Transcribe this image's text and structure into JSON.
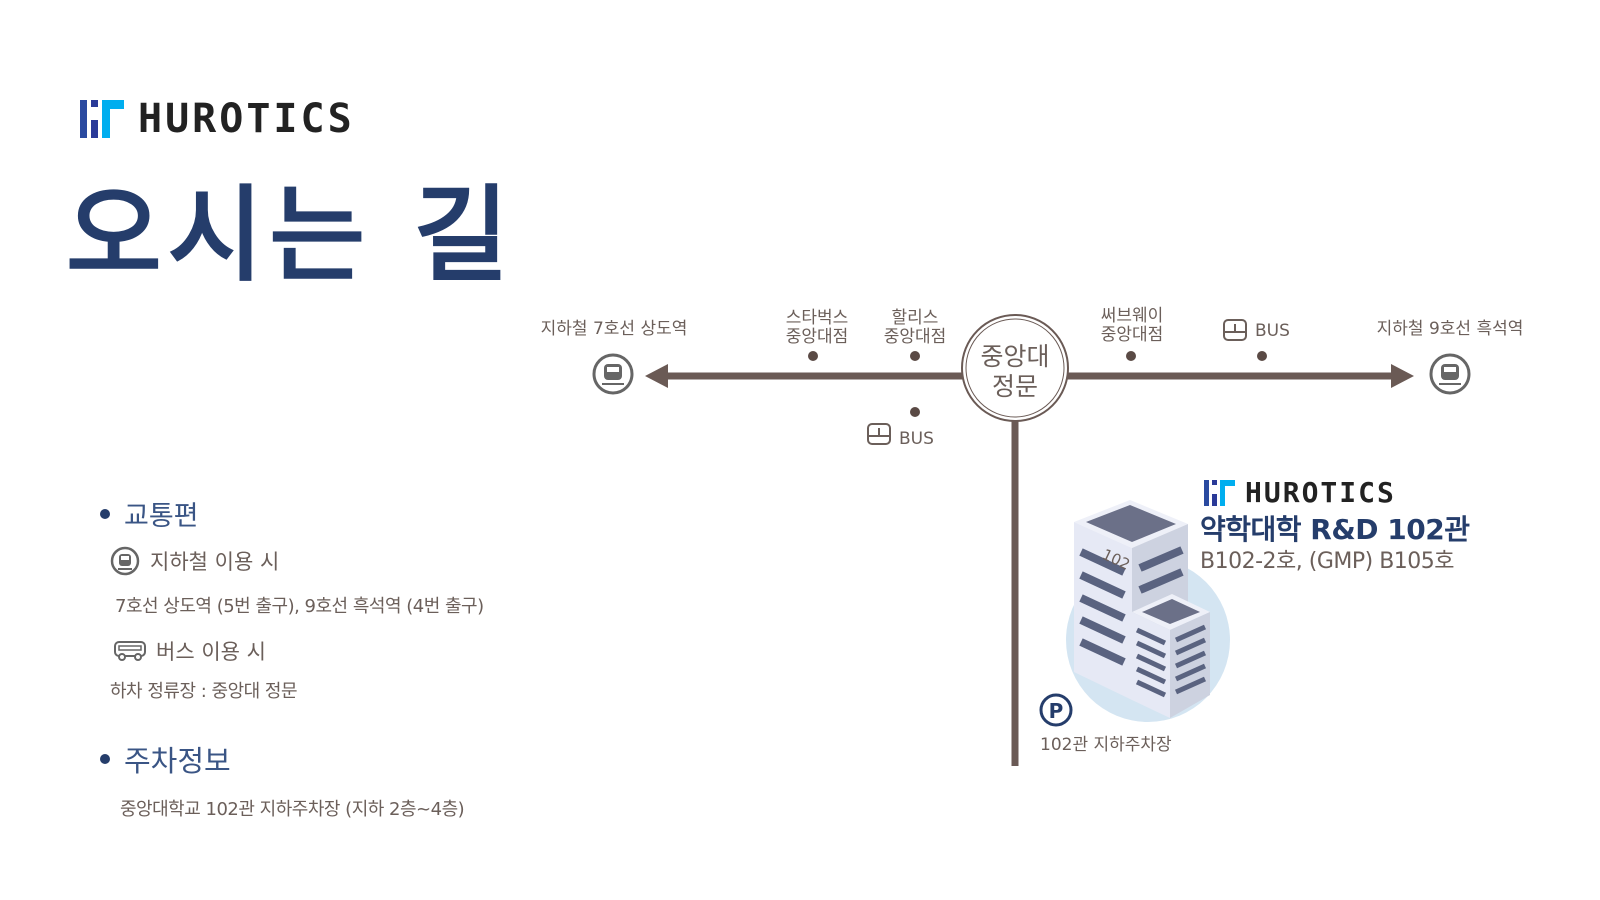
{
  "brand": {
    "name": "HUROTICS"
  },
  "page_title": "오시는 길",
  "colors": {
    "navy": "#253d6b",
    "line": "#6a5a55",
    "logo_blue": "#2a4aa0",
    "logo_cyan": "#00aeef"
  },
  "directions": {
    "transit": {
      "heading": "교통편",
      "subway": {
        "label": "지하철 이용 시",
        "detail": "7호선 상도역 (5번 출구), 9호선 흑석역 (4번 출구)",
        "icon": "subway-icon"
      },
      "bus": {
        "label": "버스 이용 시",
        "detail": "하차 정류장 : 중앙대 정문",
        "icon": "bus-icon"
      }
    },
    "parking": {
      "heading": "주차정보",
      "detail": "중앙대학교 102관 지하주차장 (지하 2층~4층)"
    }
  },
  "map": {
    "left_station": "지하철 7호선 상도역",
    "right_station": "지하철 9호선 흑석역",
    "center": {
      "line1": "중앙대",
      "line2": "정문"
    },
    "landmarks": [
      {
        "line1": "스타벅스",
        "line2": "중앙대점"
      },
      {
        "line1": "할리스",
        "line2": "중앙대점"
      },
      {
        "line1": "써브웨이",
        "line2": "중앙대점"
      }
    ],
    "bus_stop_1": "BUS",
    "bus_stop_2": "BUS",
    "building": {
      "number": "102",
      "name": "약학대학 R&D 102관",
      "rooms": "B102-2호, (GMP) B105호"
    },
    "parking_symbol": "P",
    "parking_label": "102관 지하주차장"
  }
}
